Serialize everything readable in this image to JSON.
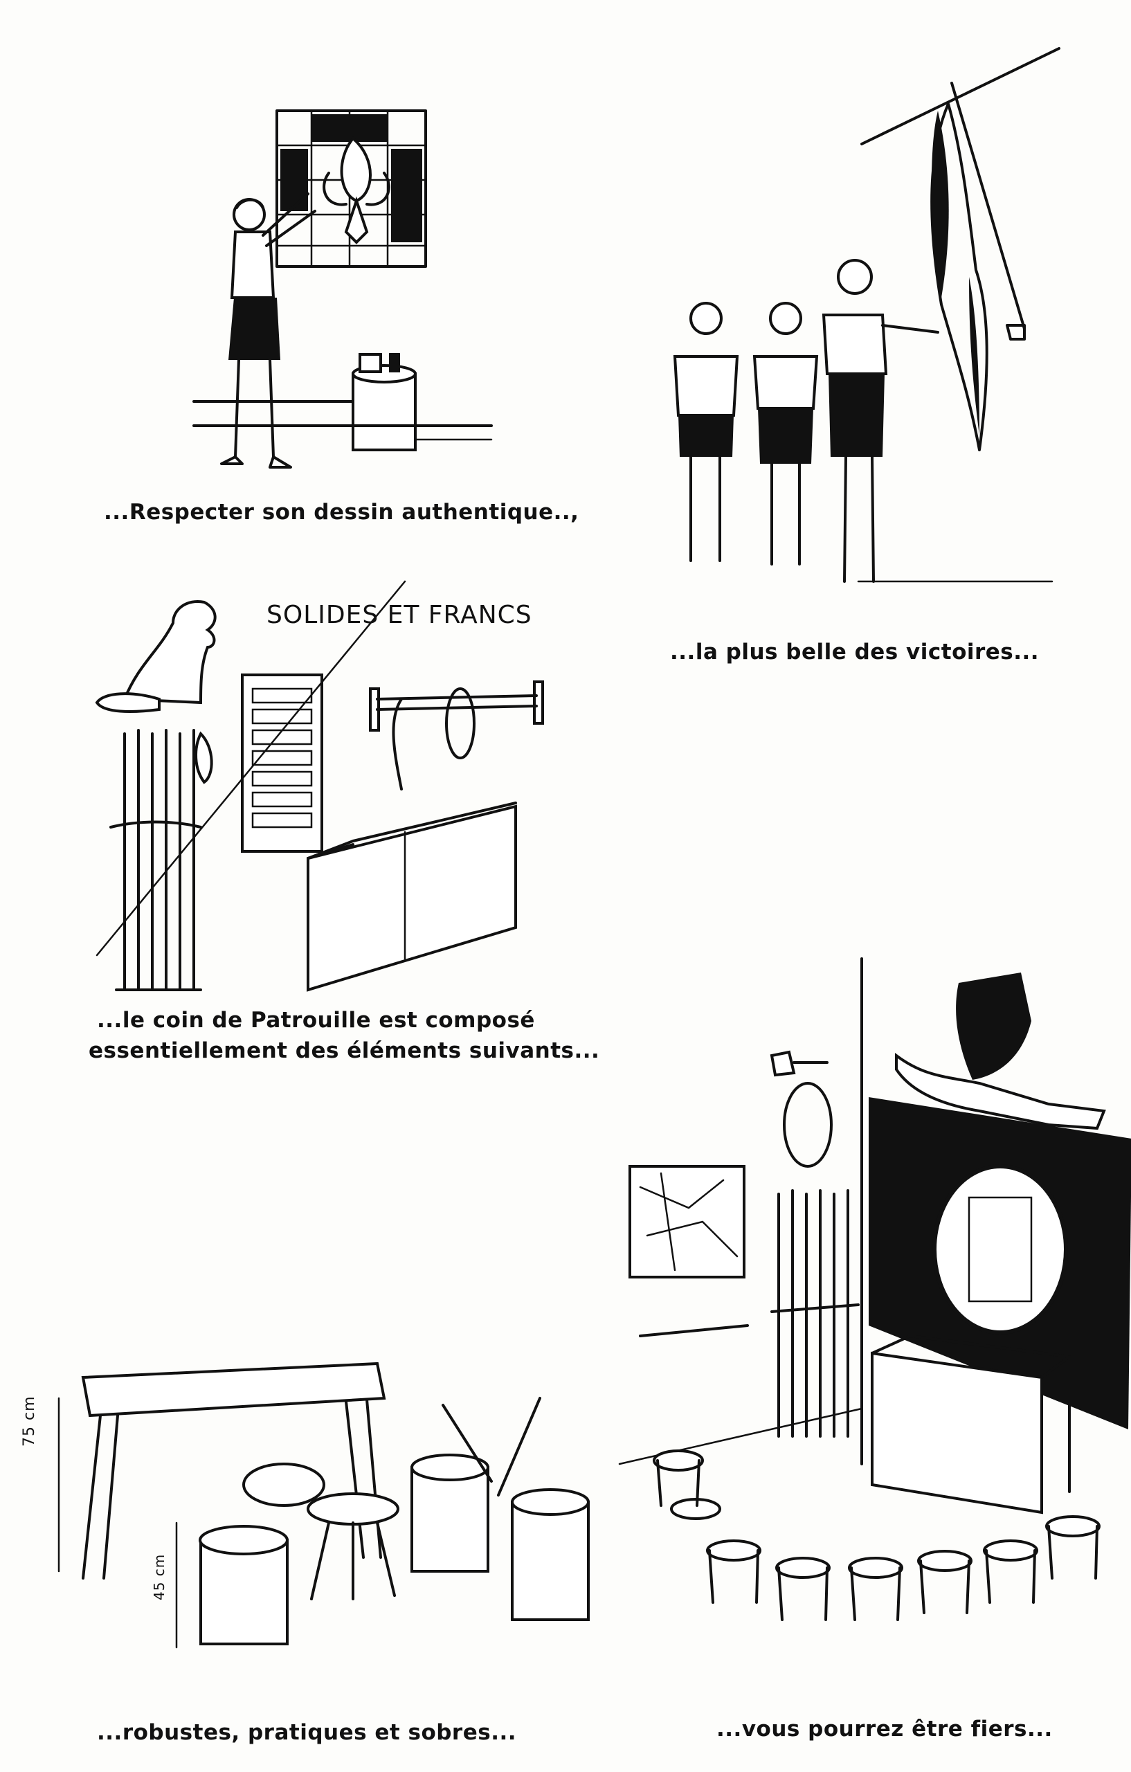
{
  "captions": {
    "panel1": "...Respecter son dessin authentique..,",
    "panel2": "...la plus belle des victoires...",
    "panel3_line1": "...le coin de Patrouille est composé",
    "panel3_line2": "essentiellement des éléments suivants...",
    "panel4": "...robustes, pratiques et sobres...",
    "panel5": "...vous pourrez être fiers..."
  },
  "labels": {
    "patrol_motto": "SOLIDES ET FRANCS",
    "dimension_table": "75 cm",
    "dimension_stool": "45 cm"
  },
  "colors": {
    "ink": "#111111",
    "paper": "#fdfdfb"
  }
}
